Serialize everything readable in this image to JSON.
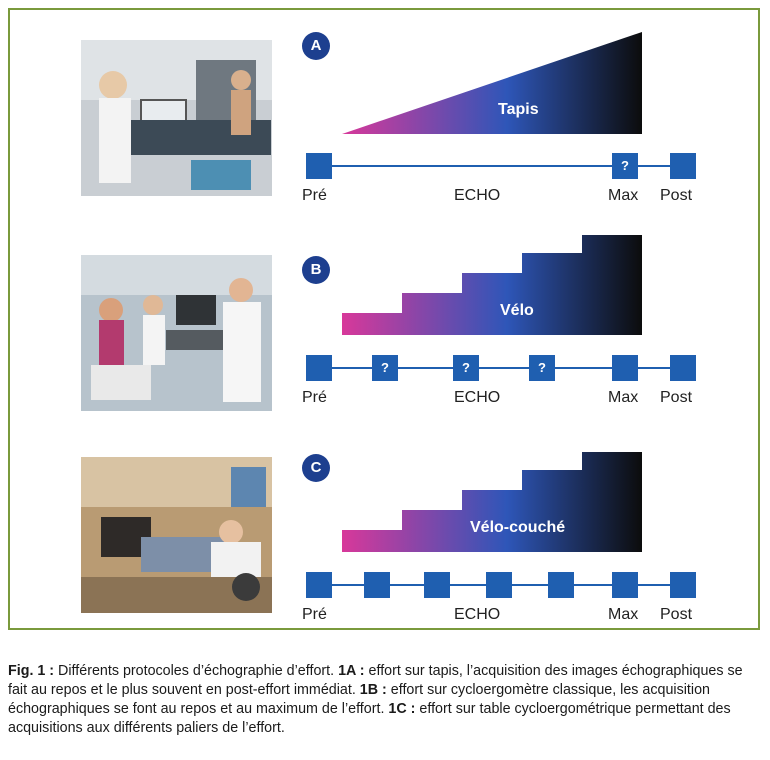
{
  "panels": [
    {
      "letter": "A",
      "shape": "ramp",
      "label": "Tapis",
      "boxes": [
        false,
        true,
        false
      ],
      "box_glyph": "?",
      "timeline_labels": {
        "pre": "Pré",
        "echo": "ECHO",
        "max": "Max",
        "post": "Post"
      },
      "photo_icon": "treadmill-photo"
    },
    {
      "letter": "B",
      "shape": "staircase",
      "label": "Vélo",
      "boxes": [
        false,
        true,
        true,
        true,
        false,
        false
      ],
      "box_glyph": "?",
      "timeline_labels": {
        "pre": "Pré",
        "echo": "ECHO",
        "max": "Max",
        "post": "Post"
      },
      "photo_icon": "bicycle-photo"
    },
    {
      "letter": "C",
      "shape": "staircase",
      "label": "Vélo-couché",
      "boxes": [
        false,
        false,
        false,
        false,
        false,
        false,
        false
      ],
      "box_glyph": "",
      "timeline_labels": {
        "pre": "Pré",
        "echo": "ECHO",
        "max": "Max",
        "post": "Post"
      },
      "photo_icon": "recumbent-bike-photo"
    }
  ],
  "colors": {
    "frame": "#7a9a3c",
    "badge": "#1d3f8f",
    "box": "#1f5fb0",
    "gradient_start": "#d8389a",
    "gradient_mid": "#2e56b8",
    "gradient_end": "#0c0c0c"
  },
  "caption": {
    "fig": "Fig. 1 :",
    "intro": " Différents protocoles d’échographie d’effort. ",
    "a_tag": "1A :",
    "a_text": " effort sur tapis, l’acquisition des images échographiques se fait au repos et le plus souvent en post-effort immédiat. ",
    "b_tag": "1B :",
    "b_text": " effort sur cycloergomètre classique, les acquisition échographiques se font au repos et au maximum de l’effort. ",
    "c_tag": "1C :",
    "c_text": " effort sur table cycloergométrique permettant des acquisitions aux différents paliers de l’effort."
  }
}
